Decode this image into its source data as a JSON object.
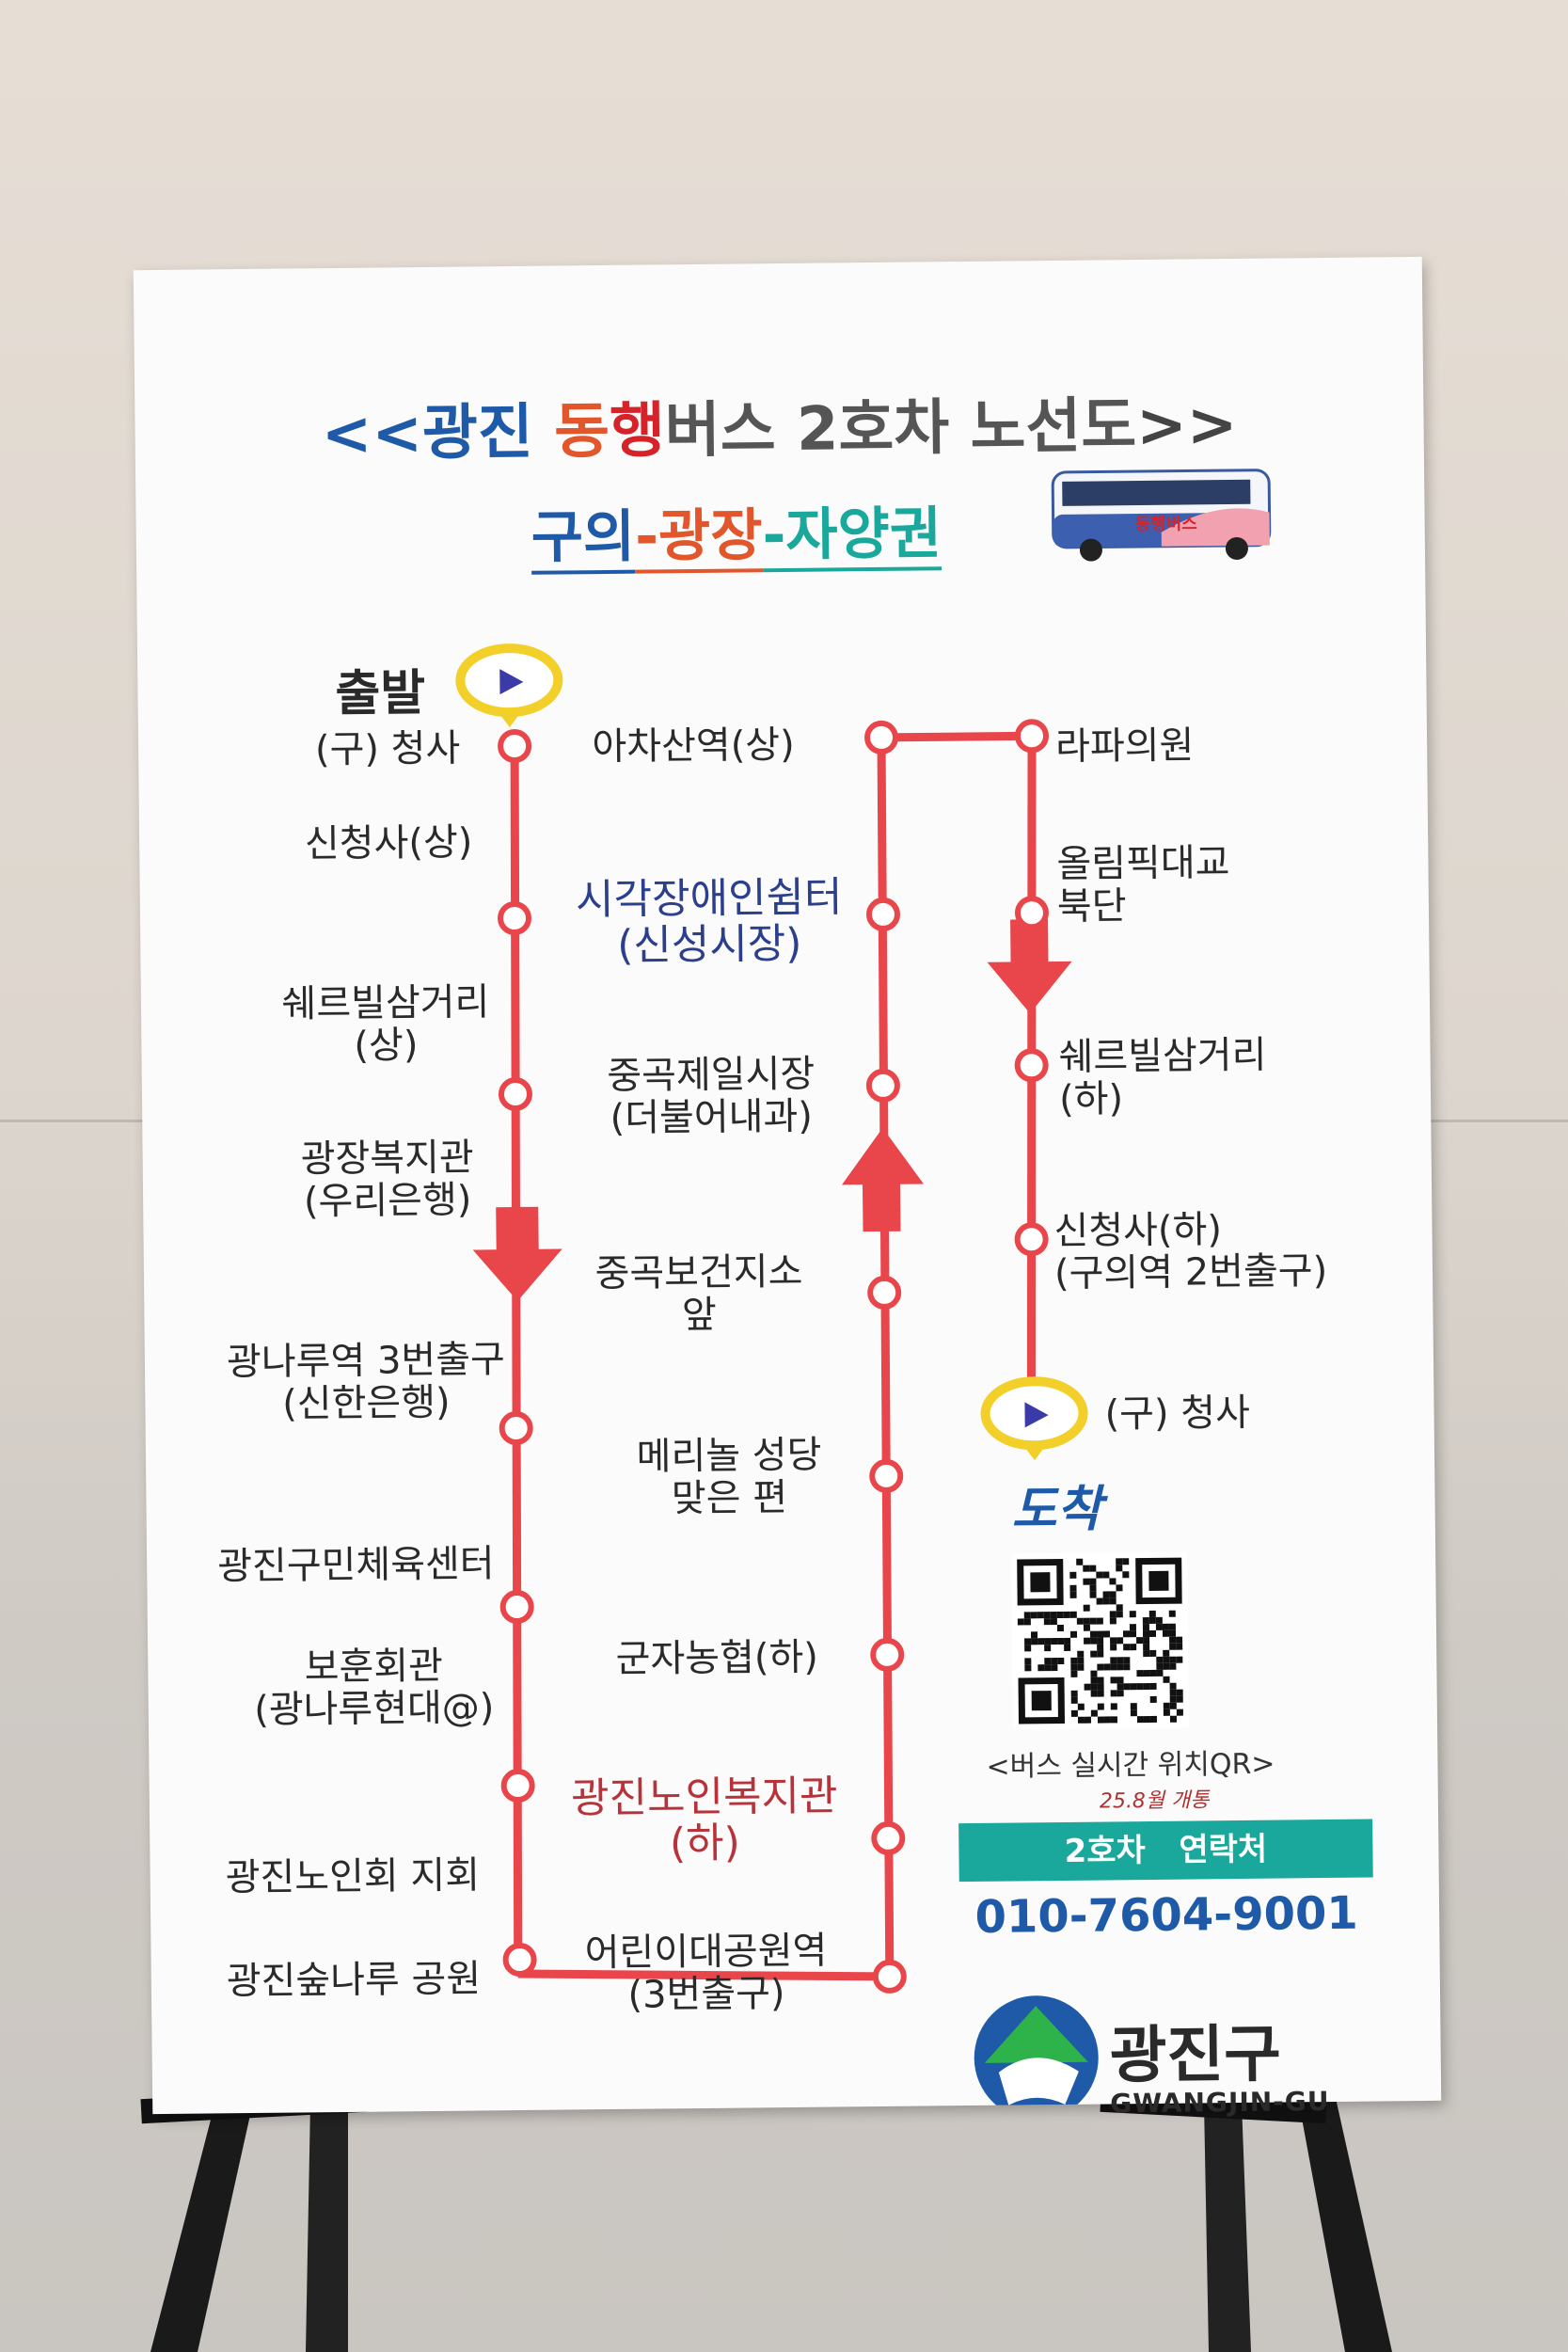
{
  "poster": {
    "title": {
      "open": "<<",
      "p1": "광진 ",
      "p2": "동",
      "p3": "행",
      "p4": "버스 2호차 노선도",
      "close": ">>"
    },
    "subtitle": {
      "p1": "구의",
      "p2": "-광장",
      "p3": "-자양권"
    },
    "bus_sign": "동행버스",
    "start_label": "출발",
    "end_label": "도착",
    "left_stops": [
      "(구) 청사",
      "신청사(상)",
      "쉐르빌삼거리\n(상)",
      "광장복지관\n(우리은행)",
      "광나루역 3번출구\n(신한은행)",
      "광진구민체육센터",
      "보훈회관\n(광나루현대@)",
      "광진노인회 지회",
      "광진숲나루 공원"
    ],
    "middle_stops": [
      "아차산역(상)",
      "시각장애인쉼터\n(신성시장)",
      "중곡제일시장\n(더불어내과)",
      "중곡보건지소\n앞",
      "메리놀 성당\n맞은 편",
      "군자농협(하)",
      "광진노인복지관\n(하)",
      "어린이대공원역\n(3번출구)"
    ],
    "right_stops": [
      "라파의원",
      "올림픽대교\n북단",
      "쉐르빌삼거리\n(하)",
      "신청사(하)\n(구의역 2번출구)",
      "(구) 청사"
    ],
    "qr_caption": "<버스 실시간 위치QR>",
    "open_date": "25.8월 개통",
    "contact_label": "2호차   연락처",
    "phone": "010-7604-9001",
    "logo_name": "광진구",
    "logo_en": "GWANGJIN-GU",
    "colors": {
      "route_red": "#e8464a",
      "title_blue": "#1e5aa8",
      "accent_orange": "#e2562b",
      "accent_red": "#d4242a",
      "subtitle_teal": "#1ba89c",
      "pin_yellow": "#f3cf2a",
      "contact_teal": "#1ba89c"
    }
  }
}
